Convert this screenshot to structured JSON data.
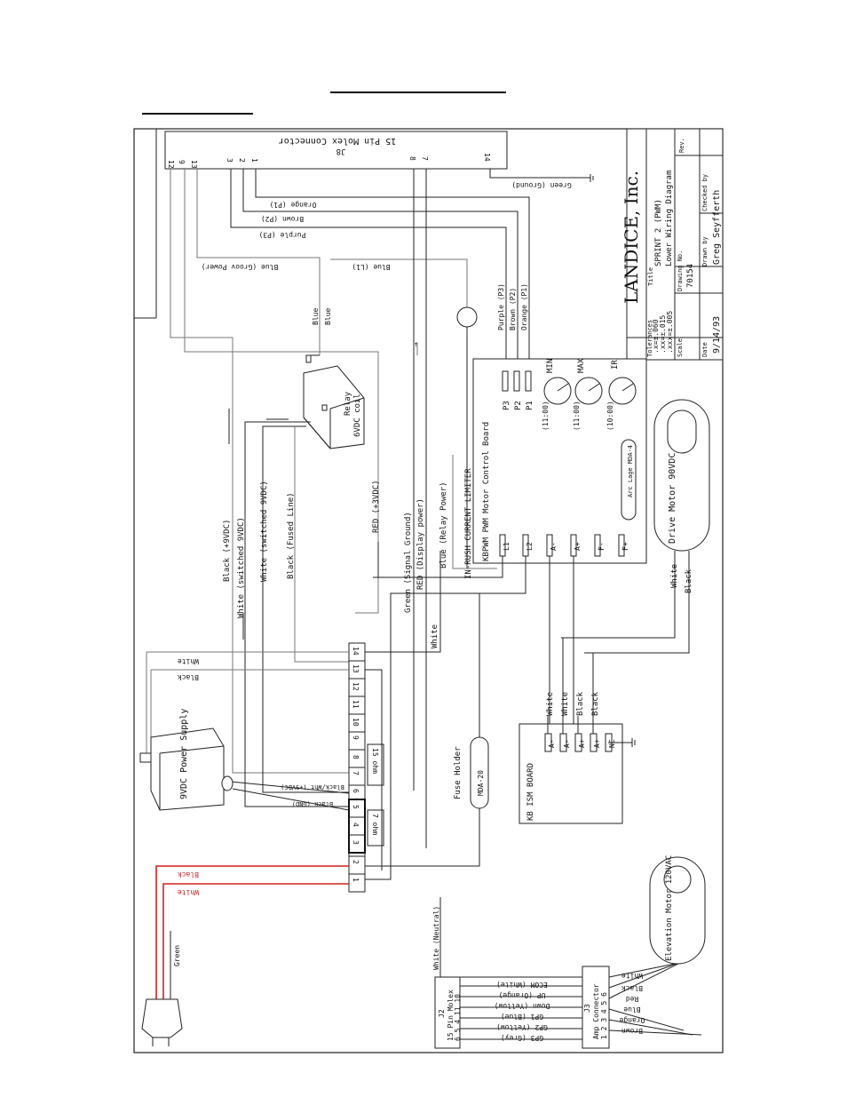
{
  "title_block": {
    "company": "LANDICE, Inc.",
    "title_label": "Title",
    "title": "SPRINT 2  (PWM)",
    "subtitle": "Lower Wiring Diagram",
    "rev_label": "Rev.",
    "tolerances_label": "Tolerances",
    "tol_1": ".x=±.060",
    "tol_2": ".xx=±.015",
    "tol_3": ".xxx=±.005",
    "scale_label": "Scale",
    "drawing_no_label": "Drawing No.",
    "drawing_no": "70154",
    "drawn_by_label": "Drawn by",
    "drawn_by": "Greg Seyfferth",
    "checked_by_label": "Checked by",
    "date_label": "Date",
    "date": "9/14/93"
  },
  "j8": {
    "label": "J8",
    "name": "15 Pin Molex Connector",
    "pins": [
      "12",
      "9",
      "13",
      "3",
      "2",
      "1",
      "8",
      "7",
      "14"
    ]
  },
  "wires_top": {
    "green_ground": "Green (Ground)",
    "orange_p1": "Orange (P1)",
    "brown_p2": "Brown (P2)",
    "purple_p3": "Purple (P3)",
    "blue_groove": "Blue (Groov Power)",
    "blue_l1": "Blue (L1)",
    "blue_1": "Blue",
    "blue_2": "Blue",
    "purple_p3_short": "Purple (P3)",
    "brown_p2_short": "Brown (P2)",
    "orange_p1_short": "Orange (P1)"
  },
  "relay": {
    "name": "Relay",
    "coil": "6VDC coil"
  },
  "vertical_wires": {
    "black_9v": "Black (+9VDC)",
    "white_sw": "White (switched 9VDC)",
    "white_sw2": "White (switched 9VDC)",
    "black_fused": "Black (Fused Line)",
    "red_3v": "RED (+3VDC)",
    "green_sig": "Green (Signal Ground)",
    "red_disp": "RED (Display power)",
    "blue_relay": "Blue (Relay Power)",
    "inrush": "IN-RUSH CURRENT LIMITER",
    "white": "White"
  },
  "control_board": {
    "name": "KBPWM PWM Motor Control Board",
    "fuse": "Arc Lage MDA-4",
    "pins": [
      "P3",
      "P2",
      "P1"
    ],
    "pots": [
      {
        "name": "MIN",
        "setting": "(11:00)"
      },
      {
        "name": "MAX",
        "setting": "(11:00)"
      },
      {
        "name": "IR",
        "setting": "(10:00)"
      }
    ],
    "terms": [
      "L1",
      "L2",
      "A-",
      "A+",
      "F-",
      "F+"
    ]
  },
  "drive_motor": {
    "name": "Drive Motor 90VDC",
    "w1": "White",
    "w2": "Black"
  },
  "terminal_strip": {
    "pins": [
      "14",
      "13",
      "12",
      "11",
      "10",
      "9",
      "8",
      "7",
      "6",
      "5",
      "4",
      "3",
      "2",
      "1"
    ],
    "ohm15": "15 ohm",
    "ohm7": "7 ohm",
    "white": "White",
    "black": "Black",
    "blk_wht": "Black/Wht (+9VDC)",
    "black_gnd": "Black (GND)"
  },
  "power_supply": {
    "name": "9VDC Power Supply"
  },
  "fuse_holder": {
    "name": "Fuse Holder",
    "fuse": "MDA-20"
  },
  "ism_board": {
    "name": "KB ISM BOARD",
    "terms": [
      "A-",
      "A-",
      "A+",
      "A+",
      "NC"
    ],
    "wires": [
      "White",
      "White",
      "Black",
      "Black"
    ]
  },
  "plug": {
    "black": "Black",
    "white": "White",
    "green": "Green",
    "white_neutral": "White (Neutral)"
  },
  "j2": {
    "label": "J2",
    "name": "15 Pin Molex",
    "pins": "6  5  4  11 10",
    "wires": [
      "ECOM (White)",
      "UP (Orange)",
      "Down (Yellow)",
      "GP1 (Blue)",
      "GP2 (Yellow)",
      "GP3 (Grey)"
    ]
  },
  "j3": {
    "label": "J3",
    "name": "Amp Connector",
    "pins": "1 2 3 4 5 6"
  },
  "elevation_motor": {
    "name": "Elevation Motor 120VAC",
    "wires": [
      "White",
      "Black",
      "Red",
      "Blue",
      "Orange",
      "Brown"
    ]
  }
}
